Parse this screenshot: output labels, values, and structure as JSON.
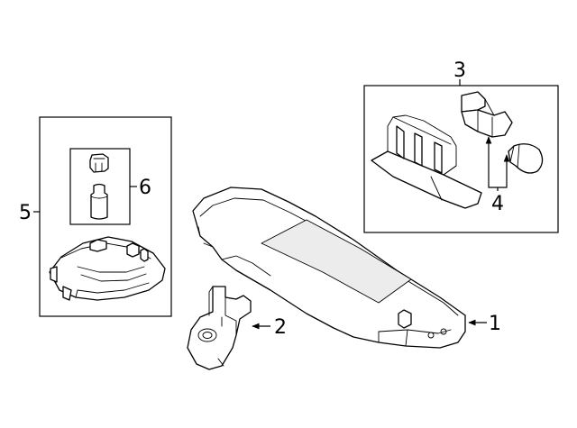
{
  "callouts": {
    "c1": "1",
    "c2": "2",
    "c3": "3",
    "c4": "4",
    "c5": "5",
    "c6": "6"
  },
  "colors": {
    "line": "#000000",
    "background": "#ffffff",
    "shade": "#ececec"
  }
}
